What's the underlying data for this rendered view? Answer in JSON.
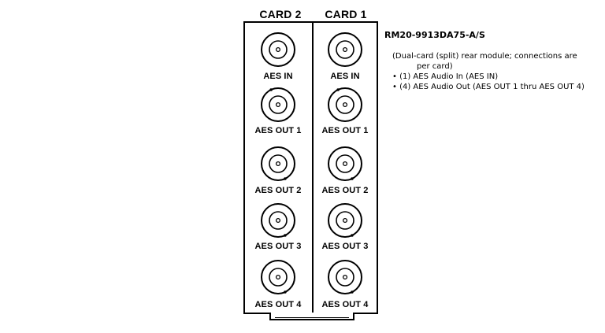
{
  "headers": {
    "card2": "CARD 2",
    "card1": "CARD 1"
  },
  "card2": {
    "connectors": [
      {
        "label": "AES IN"
      },
      {
        "label": "AES OUT 1"
      },
      {
        "label": "AES OUT 2"
      },
      {
        "label": "AES OUT 3"
      },
      {
        "label": "AES OUT 4"
      }
    ]
  },
  "card1": {
    "connectors": [
      {
        "label": "AES IN"
      },
      {
        "label": "AES OUT 1"
      },
      {
        "label": "AES OUT 2"
      },
      {
        "label": "AES OUT 3"
      },
      {
        "label": "AES OUT 4"
      }
    ]
  },
  "notes": {
    "model": "RM20-9913DA75-A/S",
    "description_line1": "(Dual-card (split) rear module; connections are",
    "description_line2": "per card)",
    "bullets": [
      "• (1) AES Audio In (AES IN)",
      "• (4) AES Audio Out (AES OUT 1 thru AES OUT 4)"
    ]
  }
}
